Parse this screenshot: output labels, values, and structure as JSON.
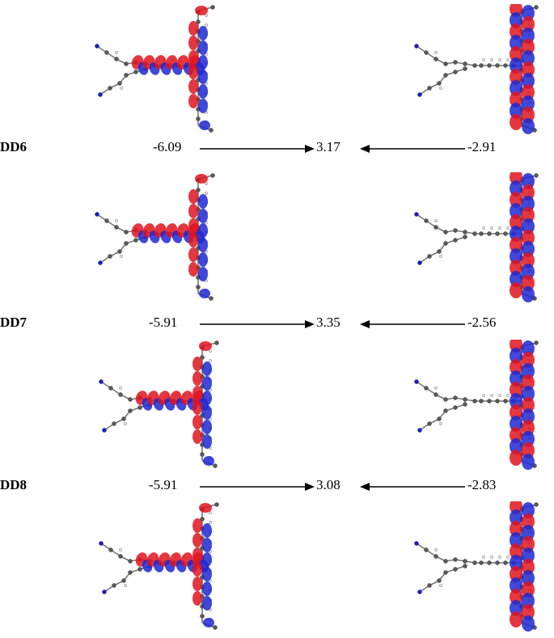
{
  "rows": [
    {
      "label": "DD6",
      "homo": "-6.09",
      "gap": "3.17",
      "lumo": "-2.91"
    },
    {
      "label": "DD7",
      "homo": "-5.91",
      "gap": "3.35",
      "lumo": "-2.56"
    },
    {
      "label": "DD8",
      "homo": "-5.91",
      "gap": "3.08",
      "lumo": "-2.83"
    }
  ],
  "colors": {
    "orbital_positive": "#e0141e",
    "orbital_negative": "#1e28d2",
    "carbon": "#595959",
    "nitrogen": "#1a1acc",
    "hydrogen": "#e6e6e6",
    "oxygen": "#e01010"
  },
  "molecule_icon": "molecular-orbital-structure"
}
